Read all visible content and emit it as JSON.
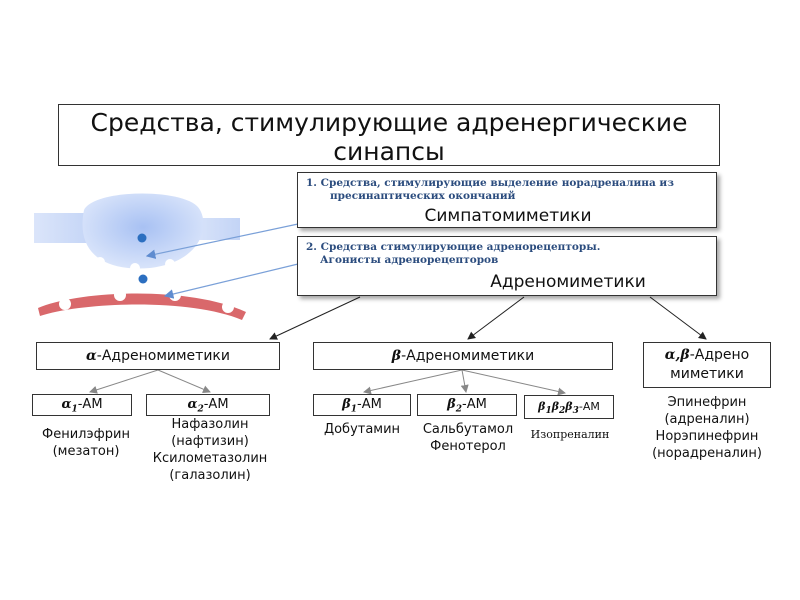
{
  "title_line1": "Средства, стимулирующие адренергические",
  "title_line2": "синапсы",
  "group1": {
    "line1": "1.   Средства, стимулирующие выделение норадреналина из",
    "line2": "пресинаптических окончаний",
    "label": "Симпатомиметики"
  },
  "group2": {
    "line1": "2. Средства стимулирующие адренорецепторы.",
    "line2": "Агонисты адренорецепторов",
    "label": "Адреномиметики"
  },
  "alpha_am": {
    "greek": "α",
    "text": "-Адреномиметики"
  },
  "beta_am": {
    "greek": "β",
    "text": "-Адреномиметики"
  },
  "alphabeta_am": {
    "greek": "α,β",
    "text": "-Адрено",
    "text2": "миметики"
  },
  "alpha1": {
    "greek": "α",
    "sub": "1",
    "text": "-АМ"
  },
  "alpha2": {
    "greek": "α",
    "sub": "2",
    "text": "-АМ"
  },
  "beta1": {
    "greek": "β",
    "sub": "1",
    "text": "-АМ"
  },
  "beta2": {
    "greek": "β",
    "sub": "2",
    "text": "-АМ"
  },
  "beta123": {
    "greek": "β",
    "text": "-АМ"
  },
  "drugs_alpha1": [
    "Фенилэфрин",
    "(мезатон)"
  ],
  "drugs_alpha2": [
    "Нафазолин",
    "(нафтизин)",
    "Ксилометазолин",
    "(галазолин)"
  ],
  "drugs_beta1": [
    "Добутамин"
  ],
  "drugs_beta2": [
    "Сальбутамол",
    "Фенотерол"
  ],
  "drugs_beta123": [
    "Изопреналин"
  ],
  "drugs_alphabeta": [
    "Эпинефрин",
    "(адреналин)",
    "Норэпинефрин",
    "(норадреналин)"
  ],
  "colors": {
    "synapse_blue": "#b9cdf5",
    "membrane_red": "#d9686b",
    "arrow_blue": "#7aa0d8",
    "text_blue": "#2b4c7e"
  }
}
